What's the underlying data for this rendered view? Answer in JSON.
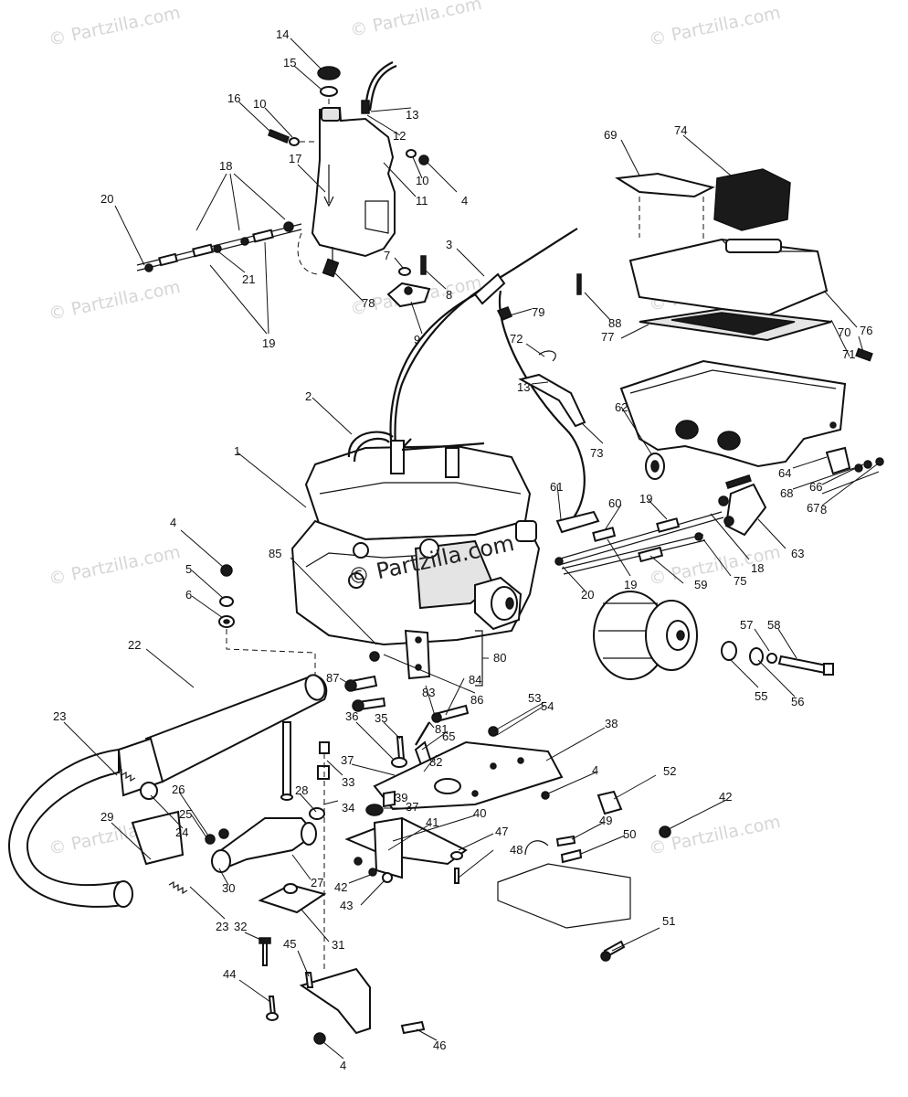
{
  "watermarks": {
    "text": "© Partzilla.com",
    "center_text": "© Partzilla.com"
  },
  "callouts": [
    "14",
    "15",
    "16",
    "10",
    "13",
    "12",
    "17",
    "11",
    "10",
    "4",
    "18",
    "20",
    "21",
    "19",
    "7",
    "78",
    "8",
    "9",
    "3",
    "69",
    "74",
    "88",
    "79",
    "72",
    "13",
    "77",
    "70",
    "71",
    "76",
    "73",
    "2",
    "62",
    "1",
    "64",
    "68",
    "66",
    "8",
    "67",
    "61",
    "60",
    "19",
    "18",
    "63",
    "4",
    "85",
    "20",
    "19",
    "75",
    "59",
    "5",
    "6",
    "57",
    "58",
    "55",
    "56",
    "80",
    "22",
    "87",
    "86",
    "83",
    "84",
    "53",
    "54",
    "23",
    "36",
    "35",
    "37",
    "81",
    "65",
    "82",
    "38",
    "4",
    "52",
    "33",
    "39",
    "28",
    "37",
    "26",
    "34",
    "42",
    "25",
    "24",
    "29",
    "41",
    "40",
    "47",
    "49",
    "50",
    "30",
    "27",
    "42",
    "48",
    "43",
    "23",
    "32",
    "31",
    "51",
    "45",
    "44",
    "46",
    "4"
  ],
  "colors": {
    "line": "#111111",
    "watermark": "#d6d6d6",
    "background": "#ffffff"
  }
}
